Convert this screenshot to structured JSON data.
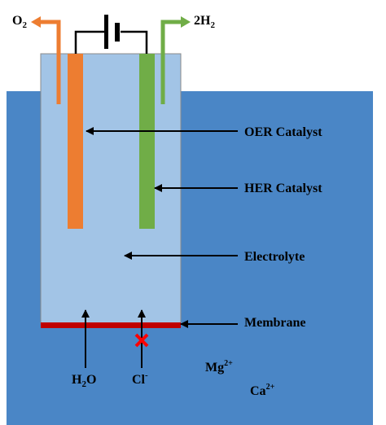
{
  "labels": {
    "oxygen": "O",
    "oxygen_sub": "2",
    "hydrogen": "2H",
    "hydrogen_sub": "2",
    "oer": "OER Catalyst",
    "her": "HER Catalyst",
    "electrolyte": "Electrolyte",
    "membrane": "Membrane",
    "water": "H",
    "water_sub": "2",
    "water_tail": "O",
    "chloride": "Cl",
    "chloride_sup": "-",
    "magnesium": "Mg",
    "magnesium_sup": "2+",
    "calcium": "Ca",
    "calcium_sup": "2+"
  },
  "colors": {
    "seawater": "#4a86c6",
    "electrolyte": "#a2c4e6",
    "oer_catalyst": "#ed7d31",
    "her_catalyst": "#70ad47",
    "membrane": "#c00000",
    "blocked_marker": "#ff0000",
    "wire": "#000000"
  },
  "icons": {
    "battery": "battery-icon",
    "blocked": "blocked-x-icon"
  }
}
